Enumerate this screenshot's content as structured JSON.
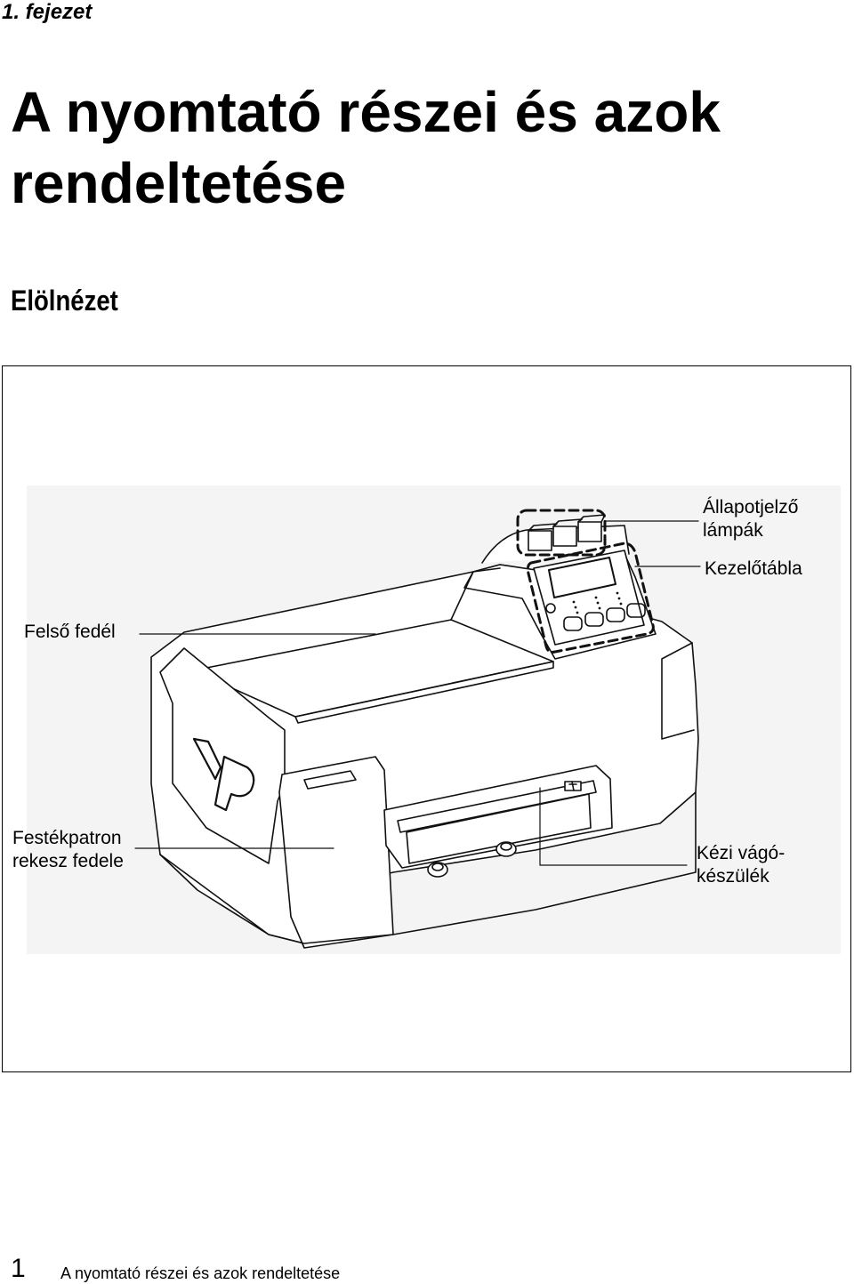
{
  "header": {
    "chapter": "1. fejezet"
  },
  "page": {
    "title": "A nyomtató részei és azok rendeltetése",
    "section": "Elölnézet"
  },
  "figure": {
    "labels": {
      "status_lamps_line1": "Állapotjelző",
      "status_lamps_line2": "lámpák",
      "control_panel": "Kezelőtábla",
      "top_cover": "Felső fedél",
      "ink_cover_line1": "Festékpatron",
      "ink_cover_line2": "rekesz fedele",
      "cutter_line1": "Kézi vágó-",
      "cutter_line2": "készülék"
    },
    "logo_text": "VP"
  },
  "footer": {
    "page_number": "1",
    "running_title": "A nyomtató részei és azok rendeltetése"
  }
}
